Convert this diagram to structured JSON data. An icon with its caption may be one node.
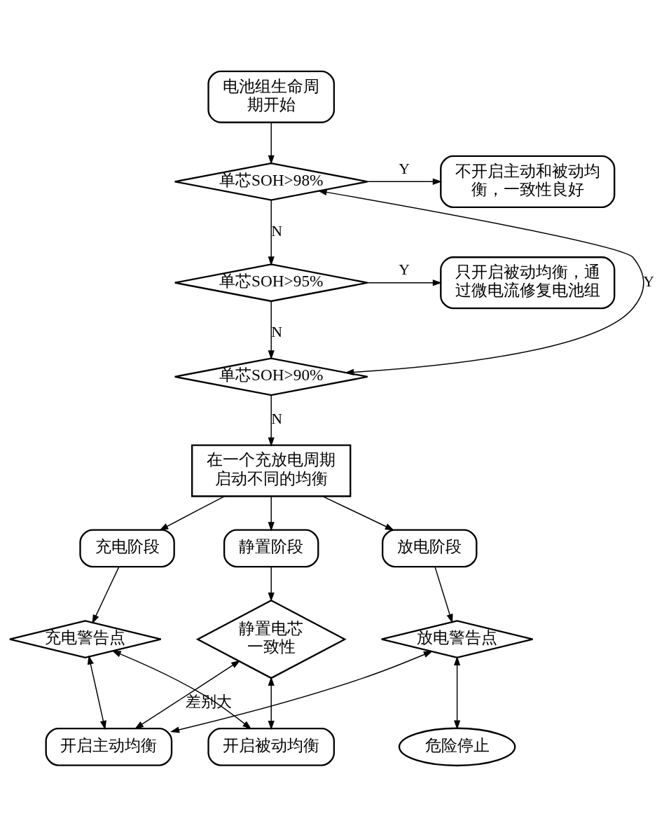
{
  "diagram": {
    "nodes": [
      {
        "text": [
          "电池组生命周期开始"
        ]
      },
      {
        "text": [
          "单芯SOH>98%"
        ]
      },
      {
        "text": [
          "不开启主动和被动均衡，一致性良好"
        ]
      },
      {
        "text": [
          "单芯SOH>95%"
        ]
      },
      {
        "text": [
          "只开启被动均衡，通过微电流修复电池组"
        ]
      },
      {
        "text": [
          "单芯SOH>90%"
        ]
      },
      {
        "text": [
          "在一个充放电周期启动不同的均衡"
        ]
      },
      {
        "text": [
          "充电阶段"
        ]
      },
      {
        "text": [
          "静置阶段"
        ]
      },
      {
        "text": [
          "放电阶段"
        ]
      },
      {
        "text": [
          "充电警告点"
        ]
      },
      {
        "text": [
          "静置电芯一致性"
        ]
      },
      {
        "text": [
          "放电警告点"
        ]
      },
      {
        "text": [
          "开启主动均衡"
        ]
      },
      {
        "text": [
          "开启被动均衡"
        ]
      },
      {
        "text": [
          "危险停止"
        ]
      }
    ],
    "edges": [
      {
        "from": 0,
        "to": 1,
        "arrow": "to"
      },
      {
        "from": 1,
        "to": 2,
        "arrow": "to",
        "label": "Y"
      },
      {
        "from": 1,
        "to": 3,
        "arrow": "to",
        "label": "N"
      },
      {
        "from": 3,
        "to": 4,
        "arrow": "to",
        "label": "Y"
      },
      {
        "from": 3,
        "to": 5,
        "arrow": "to",
        "label": "N"
      },
      {
        "from": 5,
        "to": 1,
        "arrow": "both",
        "label": "Y"
      },
      {
        "from": 5,
        "to": 6,
        "arrow": "to",
        "label": "N"
      },
      {
        "from": 6,
        "to": 7,
        "arrow": "to"
      },
      {
        "from": 6,
        "to": 8,
        "arrow": "to"
      },
      {
        "from": 6,
        "to": 9,
        "arrow": "to"
      },
      {
        "from": 7,
        "to": 10,
        "arrow": "to"
      },
      {
        "from": 8,
        "to": 11,
        "arrow": "to"
      },
      {
        "from": 9,
        "to": 12,
        "arrow": "to"
      },
      {
        "from": 10,
        "to": 13,
        "arrow": "both"
      },
      {
        "from": 11,
        "to": 13,
        "arrow": "both",
        "label": "差别大"
      },
      {
        "from": 12,
        "to": 13,
        "arrow": "both"
      },
      {
        "from": 10,
        "to": 14,
        "arrow": "both"
      },
      {
        "from": 11,
        "to": 14,
        "arrow": "both"
      },
      {
        "from": 12,
        "to": 15,
        "arrow": "both"
      }
    ]
  }
}
